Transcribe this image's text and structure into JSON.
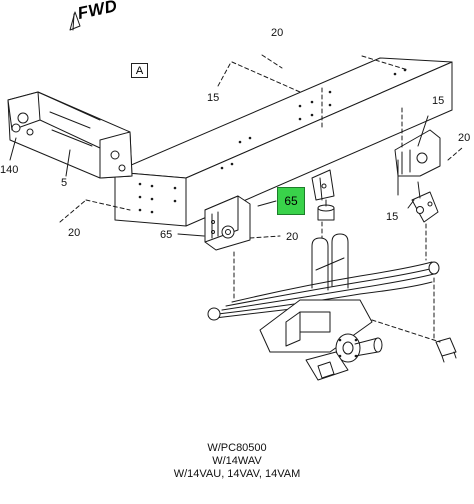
{
  "fwd_label": "FWD",
  "view_label": "A",
  "callouts": {
    "c20_top": "20",
    "c15_left": "15",
    "c15_right_top": "15",
    "c20_right": "20",
    "c140": "140",
    "c5": "5",
    "c65_highlight": "65",
    "c20_left": "20",
    "c65_left": "65",
    "c20_mid": "20",
    "c15_right_low": "15"
  },
  "caption": {
    "line1": "W/PC80500",
    "line2": "W/14WAV",
    "line3": "W/14VAU, 14VAV, 14VAM"
  },
  "colors": {
    "highlight": "#39d24a",
    "line": "#1a1a1a"
  }
}
